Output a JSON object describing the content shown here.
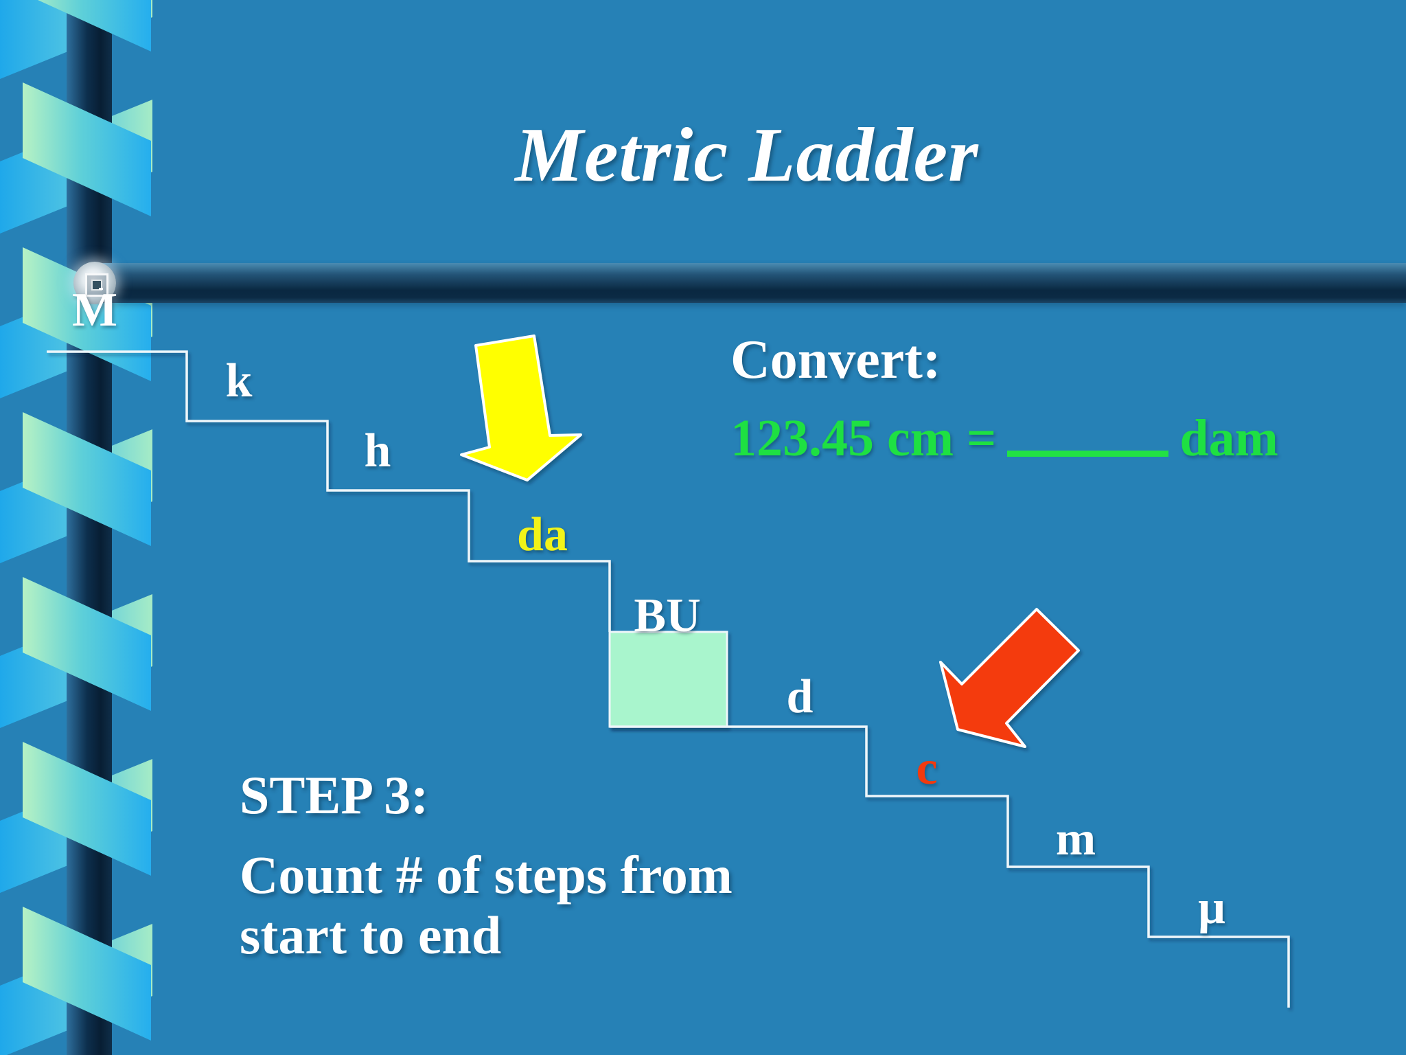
{
  "slide": {
    "title": "Metric Ladder",
    "background_color": "#2681b6",
    "banner_bar_color": "#0a2841"
  },
  "convert_panel": {
    "heading": "Convert:",
    "equation_prefix": "123.45 cm =",
    "equation_blank": "______",
    "equation_suffix": "dam",
    "equation_color": "#1ee042"
  },
  "step_panel": {
    "heading": "STEP 3:",
    "body": "Count # of steps from\nstart to end"
  },
  "ladder": {
    "labels": [
      {
        "text": "M",
        "color": "#ffffff"
      },
      {
        "text": "k",
        "color": "#ffffff"
      },
      {
        "text": "h",
        "color": "#ffffff"
      },
      {
        "text": "da",
        "color": "#f2f318"
      },
      {
        "text": "BU",
        "color": "#ffffff"
      },
      {
        "text": "d",
        "color": "#ffffff"
      },
      {
        "text": "c",
        "color": "#f23a0e"
      },
      {
        "text": "m",
        "color": "#ffffff"
      },
      {
        "text": "µ",
        "color": "#ffffff"
      }
    ],
    "line_color": "#eef6fa",
    "base_unit_square_color": "#a9f5cd"
  },
  "arrows": {
    "yellow_down_arrow": {
      "direction": "down",
      "color": "#ffff06"
    },
    "red_diagonal_arrow": {
      "direction": "down-left",
      "color": "#f43b0e"
    }
  },
  "decor": {
    "ribbon_colors": {
      "front_start": "#b7f2c4",
      "front_end": "#25aeee",
      "back_start": "#1fa8ea",
      "back_end": "#a6ecc6"
    },
    "pin_sphere": "glossy-sphere"
  }
}
